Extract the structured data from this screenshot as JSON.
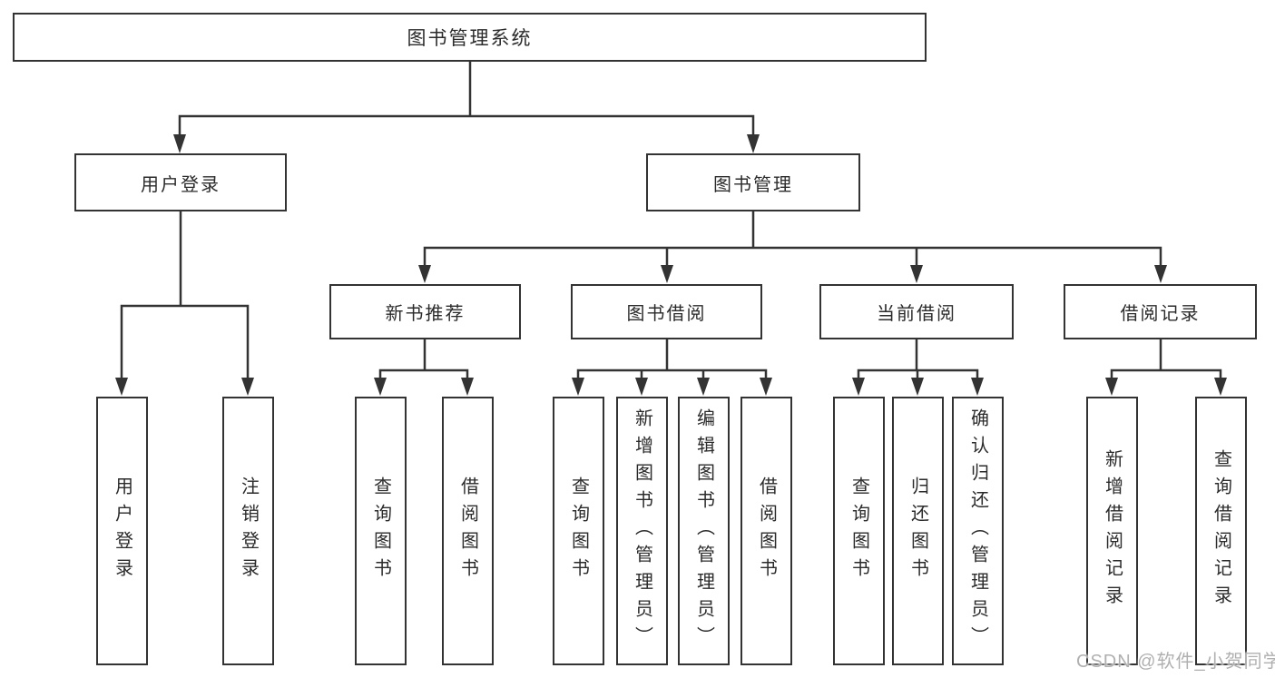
{
  "tree": {
    "root": {
      "label": "图书管理系统",
      "children": [
        {
          "label": "用户登录",
          "children": [
            {
              "label": "用户登录"
            },
            {
              "label": "注销登录"
            }
          ]
        },
        {
          "label": "图书管理",
          "children": [
            {
              "label": "新书推荐",
              "children": [
                {
                  "label": "查询图书"
                },
                {
                  "label": "借阅图书"
                }
              ]
            },
            {
              "label": "图书借阅",
              "children": [
                {
                  "label": "查询图书"
                },
                {
                  "label": "新增图书（管理员）"
                },
                {
                  "label": "编辑图书（管理员）"
                },
                {
                  "label": "借阅图书"
                }
              ]
            },
            {
              "label": "当前借阅",
              "children": [
                {
                  "label": "查询图书"
                },
                {
                  "label": "归还图书"
                },
                {
                  "label": "确认归还（管理员）"
                }
              ]
            },
            {
              "label": "借阅记录",
              "children": [
                {
                  "label": "新增借阅记录"
                },
                {
                  "label": "查询借阅记录"
                }
              ]
            }
          ]
        }
      ]
    }
  },
  "watermark": {
    "text": "CSDN @软件_小贺同学"
  },
  "colors": {
    "line": "#333333",
    "box_border": "#333333",
    "text": "#2b2b2b",
    "background": "#ffffff",
    "watermark": "#b0b0b0"
  }
}
